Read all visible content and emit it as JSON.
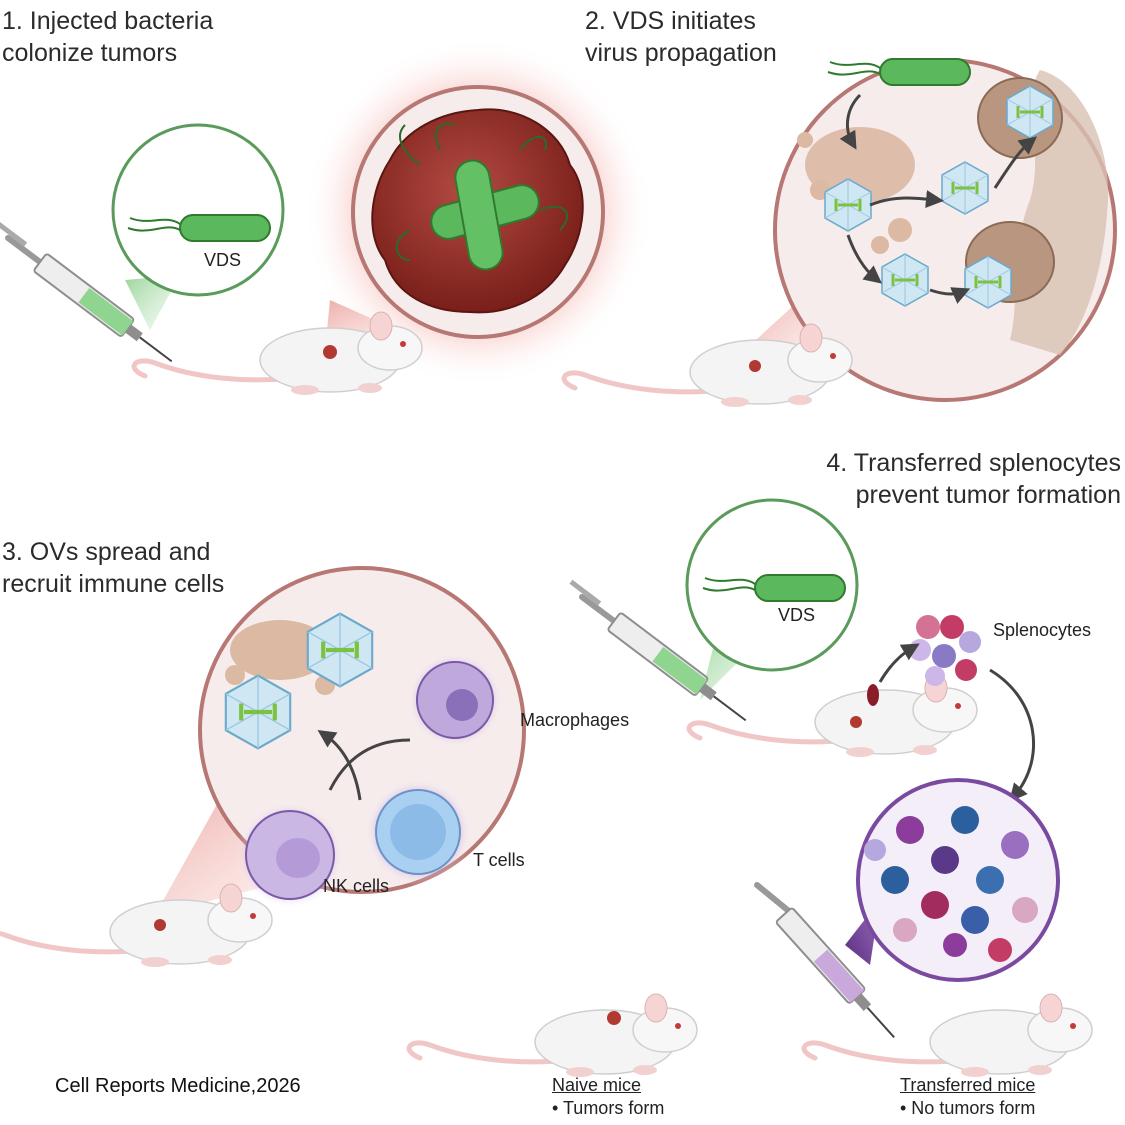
{
  "steps": [
    {
      "title_line1": "1. Injected bacteria",
      "title_line2": "colonize tumors"
    },
    {
      "title_line1": "2. VDS initiates",
      "title_line2": "virus propagation"
    },
    {
      "title_line1": "3. OVs spread and",
      "title_line2": "recruit immune cells"
    },
    {
      "title_line1": "4. Transferred splenocytes",
      "title_line2": "prevent tumor formation"
    }
  ],
  "labels": {
    "vds_1": "VDS",
    "vds_4": "VDS",
    "macrophages": "Macrophages",
    "t_cells": "T cells",
    "nk_cells": "NK cells",
    "splenocytes": "Splenocytes"
  },
  "outcomes": {
    "naive": {
      "heading": "Naive mice",
      "result": "• Tumors form"
    },
    "transferred": {
      "heading": "Transferred mice",
      "result": "• No tumors form"
    }
  },
  "citation": "Cell Reports Medicine,2026",
  "colors": {
    "bacteria": "#5cb85c",
    "tumor": "#b03a32",
    "circle_border": "#b77773",
    "purple": "#7a4aa0",
    "virus": "#cfe6f3"
  }
}
